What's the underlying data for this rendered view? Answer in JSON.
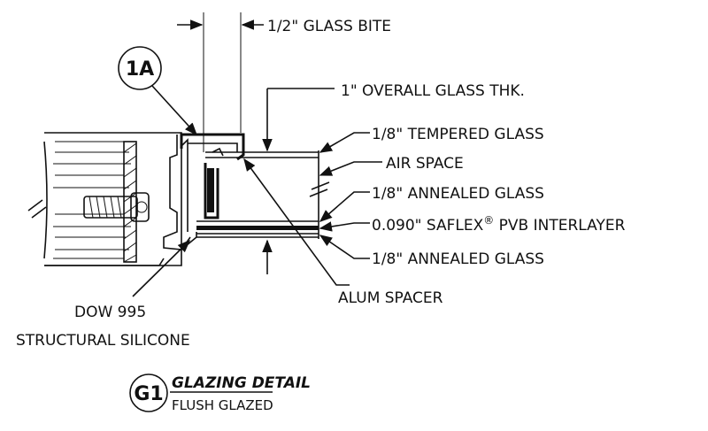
{
  "labels": {
    "glass_bite": "1/2\" GLASS BITE",
    "overall_thk": "1\" OVERALL GLASS THK.",
    "tempered": "1/8\" TEMPERED GLASS",
    "air_space": "AIR SPACE",
    "annealed_1": "1/8\" ANNEALED GLASS",
    "interlayer_pre": "0.090\" SAFLEX",
    "interlayer_reg": "®",
    "interlayer_post": " PVB INTERLAYER",
    "annealed_2": "1/8\" ANNEALED GLASS",
    "spacer": "ALUM SPACER",
    "silicone_1": "DOW 995",
    "silicone_2": "STRUCTURAL SILICONE"
  },
  "callout": {
    "tag": "1A"
  },
  "title_block": {
    "tag": "G1",
    "title": "GLAZING DETAIL",
    "subtitle": "FLUSH GLAZED"
  }
}
